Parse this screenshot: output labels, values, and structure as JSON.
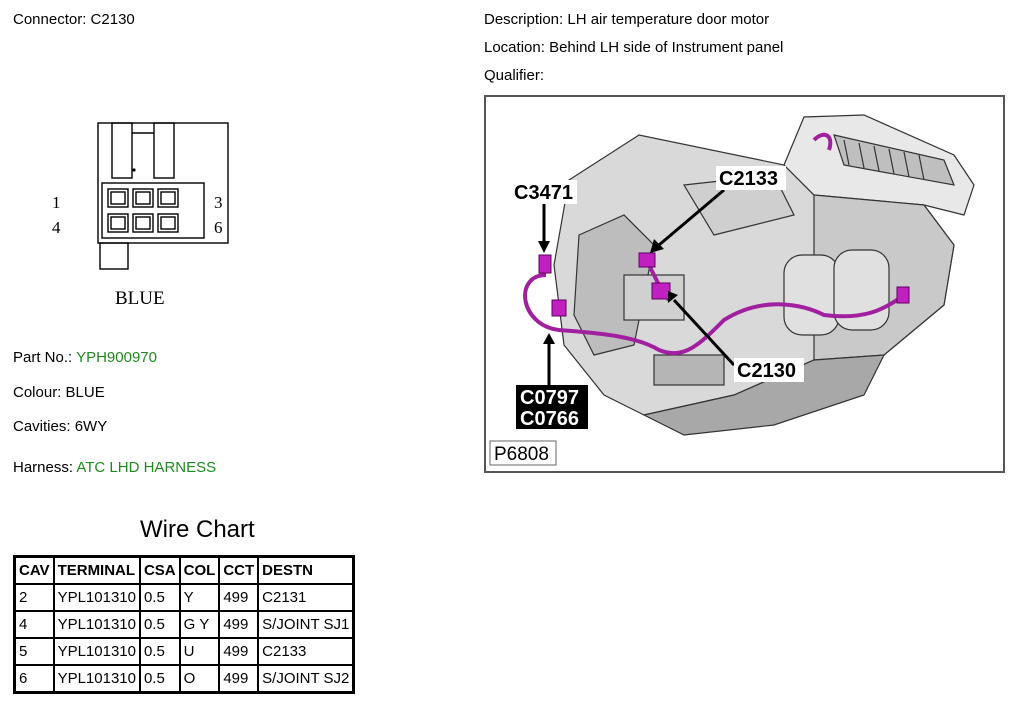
{
  "connector": {
    "label": "Connector:",
    "id": "C2130",
    "pins": [
      "1",
      "3",
      "4",
      "6"
    ],
    "colour_label": "BLUE"
  },
  "description": {
    "label": "Description:",
    "value": "LH air temperature door motor"
  },
  "location": {
    "label": "Location:",
    "value": "Behind LH side of Instrument panel"
  },
  "qualifier": {
    "label": "Qualifier:",
    "value": ""
  },
  "part": {
    "label": "Part No.:",
    "value": "YPH900970"
  },
  "colour": {
    "label": "Colour:",
    "value": "BLUE"
  },
  "cavities": {
    "label": "Cavities:",
    "value": "6WY"
  },
  "harness": {
    "label": "Harness:",
    "value": "ATC LHD HARNESS"
  },
  "diagram": {
    "callouts": [
      "C3471",
      "C2133",
      "C2130",
      "C0797",
      "C0766"
    ],
    "figure_id": "P6808"
  },
  "wire_chart": {
    "title": "Wire Chart",
    "headers": [
      "CAV",
      "TERMINAL",
      "CSA",
      "COL",
      "CCT",
      "DESTN"
    ],
    "rows": [
      [
        "2",
        "YPL101310",
        "0.5",
        "Y",
        "499",
        "C2131"
      ],
      [
        "4",
        "YPL101310",
        "0.5",
        "G Y",
        "499",
        "S/JOINT SJ1"
      ],
      [
        "5",
        "YPL101310",
        "0.5",
        "U",
        "499",
        "C2133"
      ],
      [
        "6",
        "YPL101310",
        "0.5",
        "O",
        "499",
        "S/JOINT SJ2"
      ]
    ]
  },
  "colors": {
    "link_green": "#1f8a1f",
    "wire_purple": "#a020a0"
  }
}
